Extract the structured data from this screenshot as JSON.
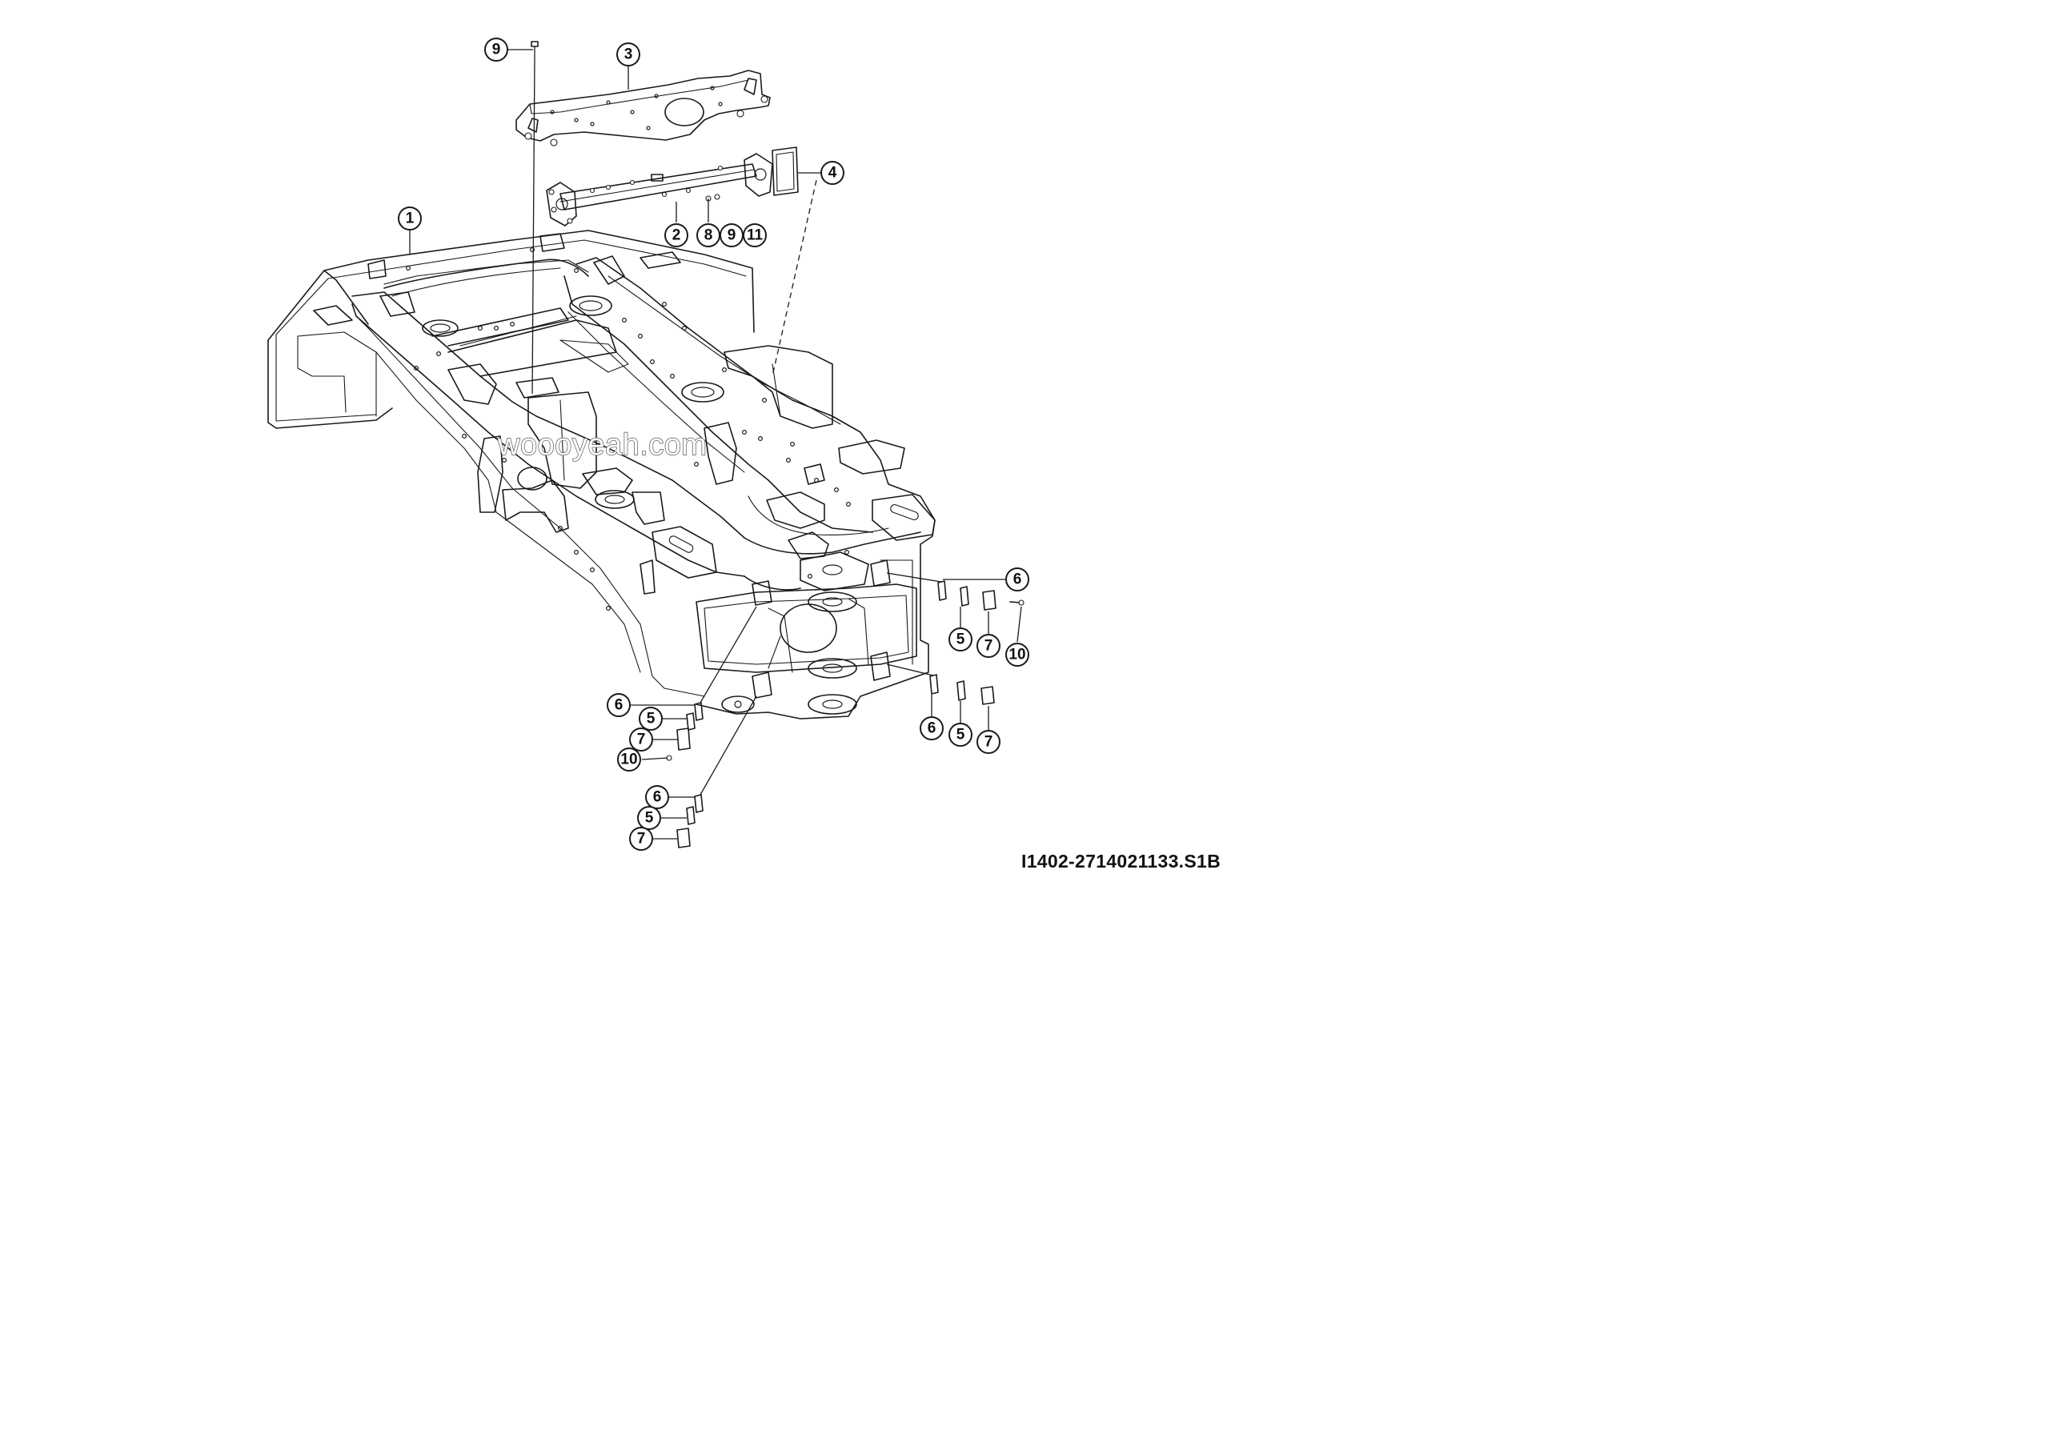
{
  "callouts": [
    "9",
    "3",
    "4",
    "2",
    "8",
    "9",
    "11",
    "1",
    "6",
    "5",
    "7",
    "10",
    "6",
    "5",
    "7",
    "10",
    "6",
    "5",
    "7",
    "6",
    "5",
    "7"
  ],
  "watermark": "woooyeah.com",
  "drawing_code": "I1402-2714021133.S1B"
}
